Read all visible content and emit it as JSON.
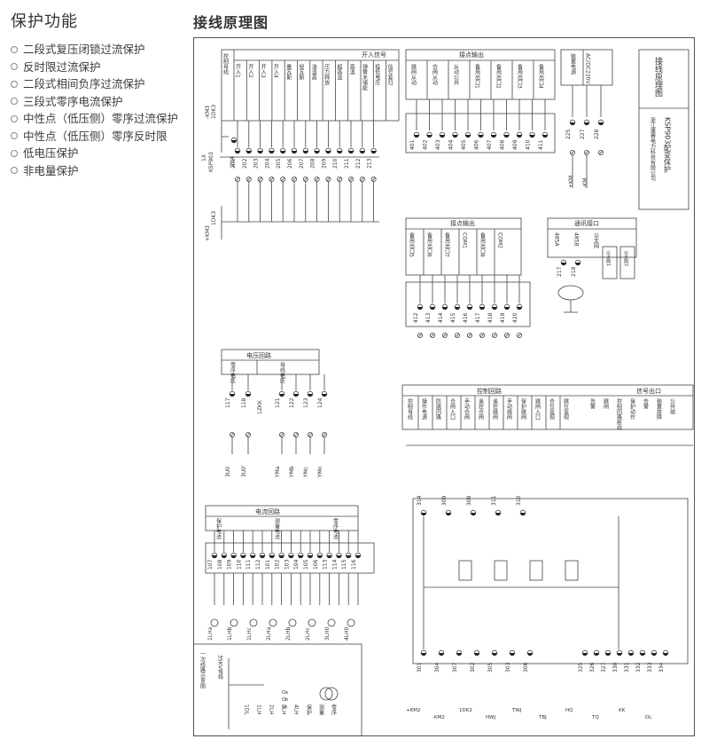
{
  "functions": {
    "title": "保护功能",
    "items": [
      "二段式复压闭锁过流保护",
      "反时限过流保护",
      "二段式相间负序过流保护",
      "三段式零序电流保护",
      "中性点（低压侧）零序过流保护",
      "中性点（低压侧）零序反时限",
      "低电压保护",
      "非电量保护"
    ]
  },
  "diagram": {
    "title": "接线原理图",
    "side_title": "接线原理图",
    "company": "浙江康赛电力科技有限公司",
    "product": "KSP903配变保护",
    "power_header": [
      "装置电源"
    ],
    "power_value": "AC/DC220V",
    "power_terminals": [
      "225",
      "227",
      "228"
    ],
    "power_labels": [
      "+KM",
      "-KM"
    ],
    "di_header": "开入信号",
    "di_items": [
      "控制母线",
      "开入1",
      "开入2",
      "开入3",
      "开入4",
      "重瓦斯",
      "轻瓦斯",
      "油温高",
      "压力释放",
      "超高温",
      "高温",
      "弹簧未储能",
      "投低电压",
      "信号复归"
    ],
    "di_terminals": [
      "201",
      "202",
      "203",
      "204",
      "205",
      "206",
      "207",
      "208",
      "209",
      "210",
      "211",
      "212",
      "213"
    ],
    "di_misc": [
      "+KM3",
      "-KM3",
      "1DK3",
      "1X",
      "KSP903",
      "214"
    ],
    "out1_header": "接点输出",
    "out1_items": [
      "跳闸从动",
      "合闸从动",
      "从动公共",
      "备用出口1",
      "备用出口2",
      "备用出口3",
      "备用出口4"
    ],
    "out1_terminals": [
      "401",
      "402",
      "403",
      "404",
      "405",
      "406",
      "407",
      "408",
      "409",
      "410",
      "411"
    ],
    "out2_header": "接点输出",
    "out2_items": [
      "备用出口5",
      "备用出口6",
      "备用出口7",
      "COM1",
      "备用出口8",
      "COM2"
    ],
    "out2_terminals": [
      "412",
      "413",
      "414",
      "415",
      "416",
      "417",
      "418",
      "419",
      "420"
    ],
    "comm_header": "通讯接口",
    "comm_items": [
      "485A",
      "485B",
      "以太网"
    ],
    "comm_terminals": [
      "217",
      "218"
    ],
    "comm_ports": [
      "以太网1",
      "以太网2"
    ],
    "vt_header": "电压回路",
    "vt_items": [
      "零序电压",
      "母线电压"
    ],
    "vt_terminals": [
      "117",
      "118",
      "121",
      "122",
      "123",
      "124"
    ],
    "vt_labels": [
      "3U0",
      "3U0'",
      "YMa",
      "YMb",
      "YMc",
      "YMn",
      "1ZKK"
    ],
    "ct_header": "电流回路",
    "ct_items": [
      "保护电流",
      "测量电流",
      "零序电流"
    ],
    "ct_terminals": [
      "107",
      "108",
      "109",
      "110",
      "111",
      "112",
      "101",
      "102",
      "103",
      "104",
      "105",
      "106",
      "113",
      "114",
      "115",
      "116"
    ],
    "ct_labels": [
      "1LHa",
      "1LHb",
      "1LHc",
      "2LHa",
      "2LHb",
      "2LHc",
      "3LH0",
      "4LH0"
    ],
    "ctrl_header": "控制回路",
    "ctrl_items": [
      "控制母线",
      "操作电源",
      "防跳回路",
      "合闸入口",
      "手动合闸",
      "遥控合闸",
      "遥控跳闸",
      "手动跳闸",
      "保护跳闸",
      "跳闸入口",
      "合位监视",
      "跳位监视"
    ],
    "sig_header": "信号出口",
    "sig_items": [
      "告警",
      "跳闸",
      "控制回路断线",
      "保护动作",
      "告警",
      "装置故障",
      "公共端"
    ],
    "ctrl_terminals": [
      "314",
      "309",
      "308",
      "311",
      "310",
      "301",
      "304",
      "307",
      "302",
      "305",
      "303",
      "306",
      "325",
      "326",
      "327",
      "330",
      "331",
      "332",
      "333",
      "334"
    ],
    "ctrl_misc": [
      "+KM2",
      "-KM2",
      "1DK2",
      "HWJ",
      "TWJ",
      "TBJ",
      "HQ",
      "TQ",
      "KK",
      "DL"
    ],
    "primary": {
      "title": "一次线路示意图",
      "bus": "35KV母线",
      "labels": [
        "1DL",
        "1LH",
        "2LH",
        "3LH",
        "4LH",
        "保护",
        "测量",
        "零序"
      ],
      "phase": [
        "Oa",
        "Ob",
        "Oc"
      ]
    }
  }
}
